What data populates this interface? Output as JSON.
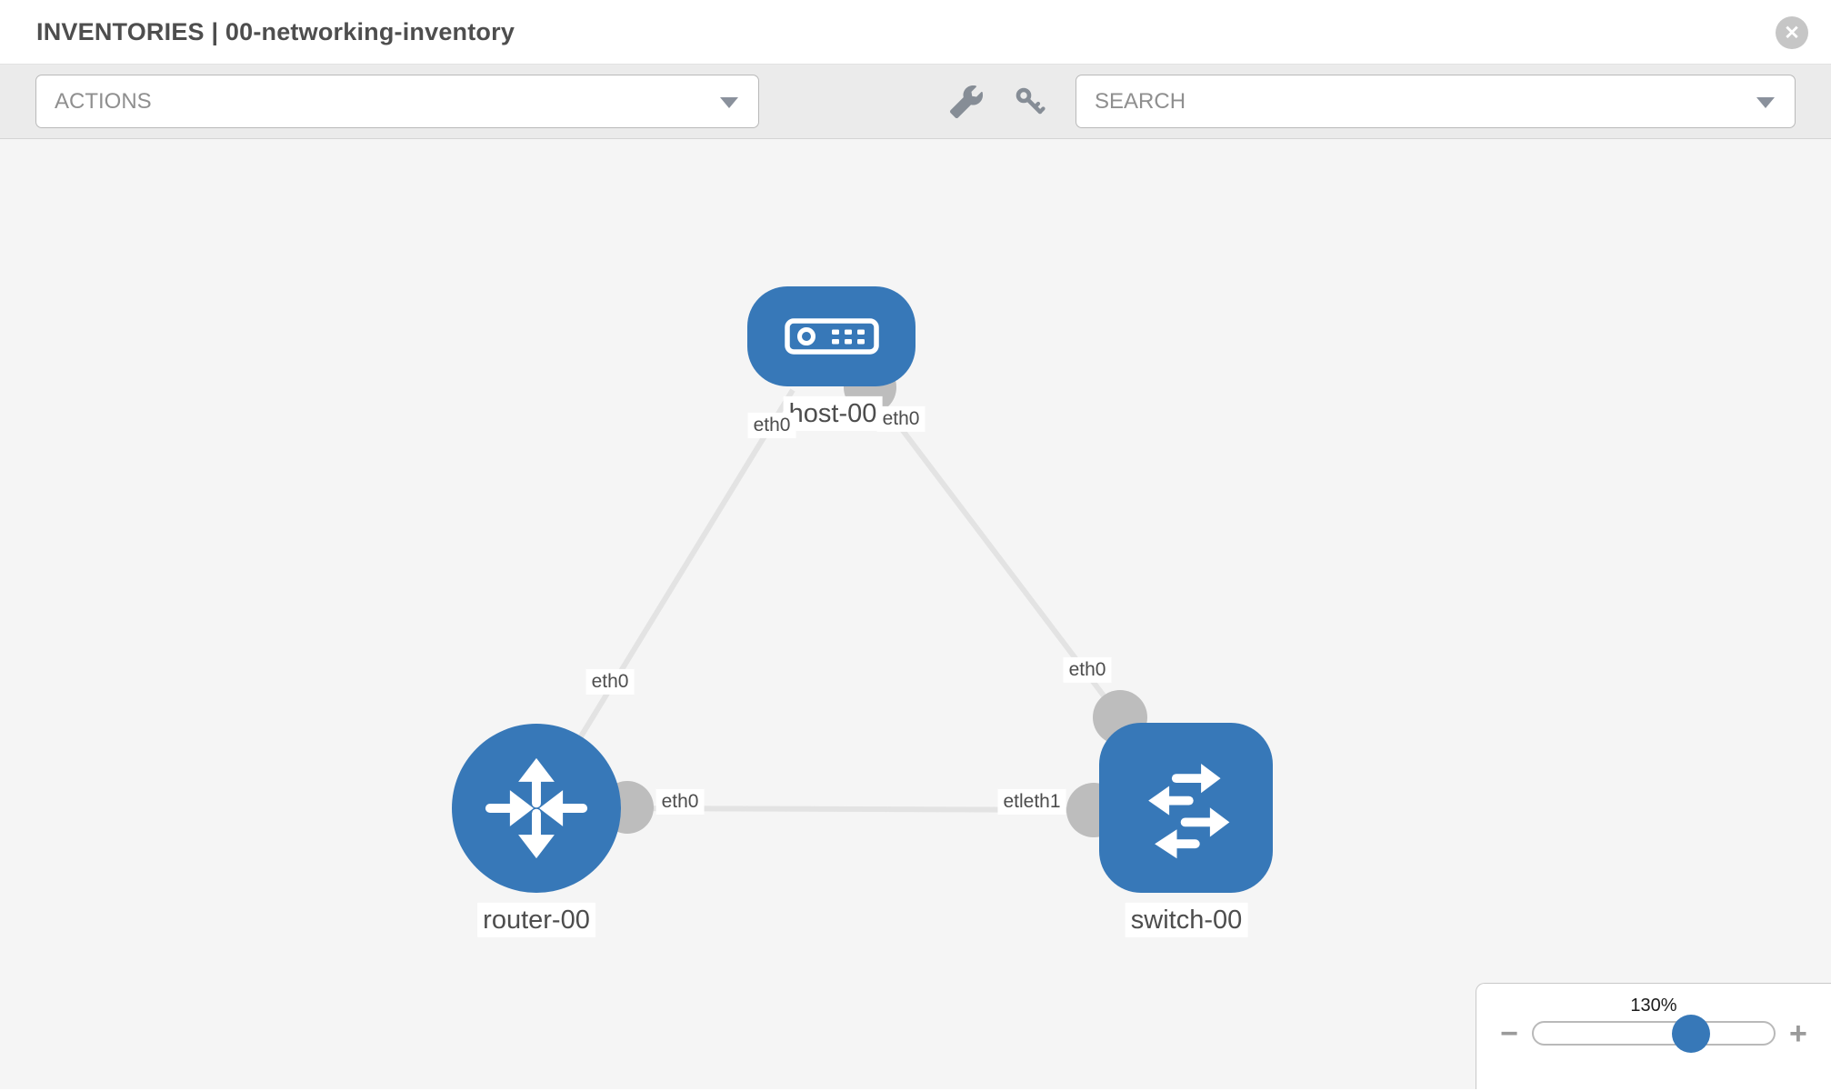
{
  "header": {
    "title": "INVENTORIES | 00-networking-inventory",
    "close_glyph": "✕"
  },
  "toolbar": {
    "actions_placeholder": "ACTIONS",
    "search_placeholder": "SEARCH"
  },
  "graph": {
    "nodes": [
      {
        "label": "host-00",
        "type": "host",
        "interfaces": [
          "eth0",
          "eth0"
        ]
      },
      {
        "label": "router-00",
        "type": "router",
        "interfaces": [
          "eth0"
        ]
      },
      {
        "label": "switch-00",
        "type": "switch",
        "interfaces": [
          "etleth1"
        ]
      }
    ],
    "edges": [
      {
        "from": "host-00",
        "to": "router-00",
        "label": "eth0"
      },
      {
        "from": "host-00",
        "to": "switch-00",
        "label": "eth0"
      },
      {
        "from": "router-00",
        "to": "switch-00",
        "label": ""
      }
    ]
  },
  "zoom_control": {
    "level": "130%",
    "minus_glyph": "−",
    "plus_glyph": "+"
  },
  "colors": {
    "node_blue": "#3778b8",
    "interface_gray": "#bdbdbd",
    "edge_gray": "#e3e3e3",
    "canvas_bg": "#f5f5f5",
    "toolbar_bg": "#ebebeb"
  }
}
